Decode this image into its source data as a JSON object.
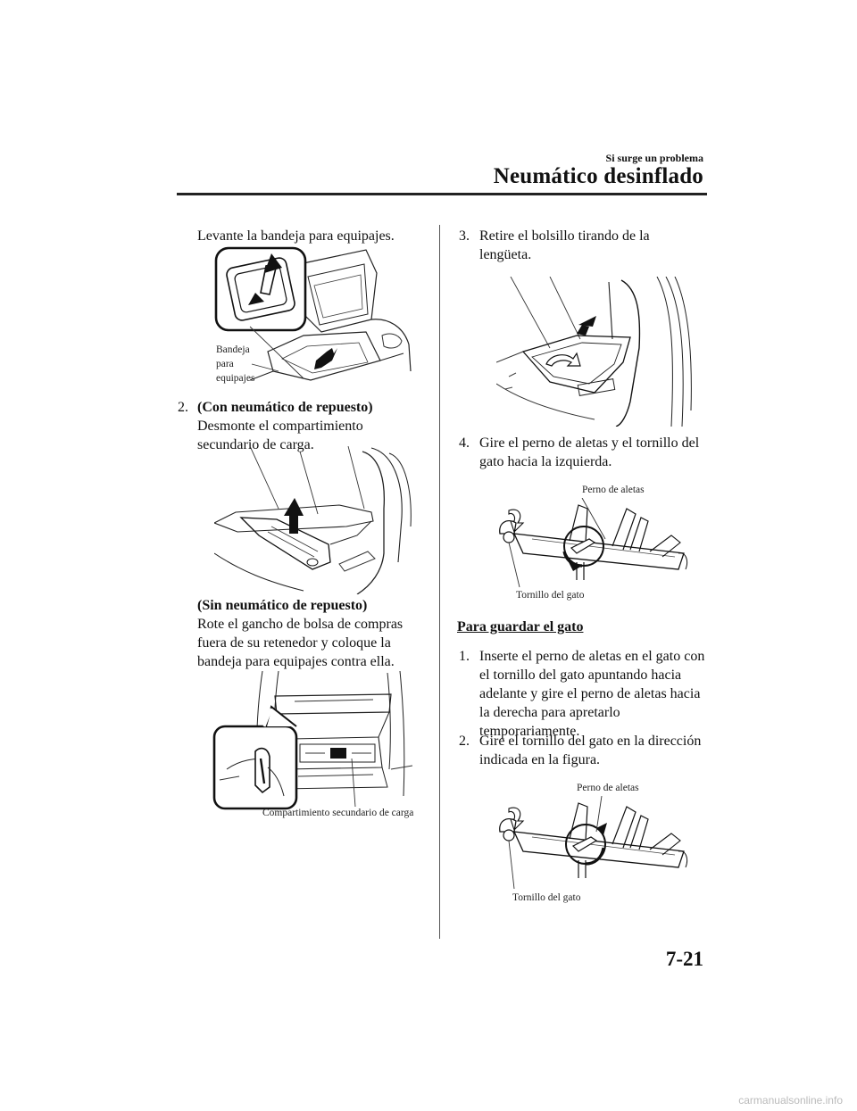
{
  "header": {
    "section_small": "Si surge un problema",
    "section_title": "Neumático desinflado"
  },
  "left": {
    "step1_text": "Levante la bandeja para equipajes.",
    "fig1_label_lines": [
      "Bandeja",
      "para",
      "equipajes"
    ],
    "step2_num": "2.",
    "step2_title": "(Con neumático de repuesto)",
    "step2_lines": [
      "Desmonte el compartimiento",
      "secundario de carga."
    ],
    "alt_title": "(Sin neumático de repuesto)",
    "alt_lines": [
      "Rote el gancho de bolsa de compras",
      "fuera de su retenedor y coloque la",
      "bandeja para equipajes contra ella."
    ],
    "fig3_label": "Compartimiento secundario de carga"
  },
  "right": {
    "step3_num": "3.",
    "step3_lines": [
      "Retire el bolsillo tirando de la",
      "lengüeta."
    ],
    "step4_num": "4.",
    "step4_lines": [
      "Gire el perno de aletas y el tornillo del",
      "gato hacia la izquierda."
    ],
    "fig5_label_top": "Perno de aletas",
    "fig5_label_bottom": "Tornillo del gato",
    "store_heading": "Para guardar el gato",
    "store1_num": "1.",
    "store1_lines": [
      "Inserte el perno de aletas en el gato con",
      "el tornillo del gato apuntando hacia",
      "adelante y gire el perno de aletas hacia",
      "la derecha para apretarlo",
      "temporariamente."
    ],
    "store2_num": "2.",
    "store2_lines": [
      "Gire el tornillo del gato en la dirección",
      "indicada en la figura."
    ],
    "fig6_label_top": "Perno de aletas",
    "fig6_label_bottom": "Tornillo del gato"
  },
  "page_number": "7-21",
  "footer_watermark": "carmanualsonline.info"
}
